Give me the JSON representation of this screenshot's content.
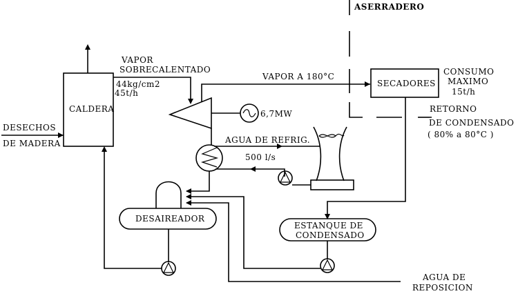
{
  "diagram": {
    "type": "process-flow",
    "zone_label": "ASERRADERO",
    "equipment": {
      "boiler": "CALDERA",
      "dryers": "SECADORES",
      "deaerator": "DESAIREADOR",
      "condensate_tank_line1": "ESTANQUE DE",
      "condensate_tank_line2": "CONDENSADO"
    },
    "labels": {
      "fuel_line1": "DESECHOS",
      "fuel_line2": "DE MADERA",
      "steam_line1": "VAPOR",
      "steam_line2": "SOBRECALENTADO",
      "pressure": "44kg/cm2",
      "steam_flow": "45t/h",
      "steam_180": "VAPOR A 180°C",
      "power": "6,7MW",
      "cooling_water": "AGUA DE REFRIG.",
      "cooling_flow": "500 l/s",
      "consumption_line1": "CONSUMO",
      "consumption_line2": "MAXIMO",
      "consumption_line3": "15t/h",
      "return_line1": "RETORNO",
      "return_line2": "DE CONDENSADO",
      "return_line3": "( 80% a 80°C )",
      "makeup_line1": "AGUA DE",
      "makeup_line2": "REPOSICION"
    }
  }
}
